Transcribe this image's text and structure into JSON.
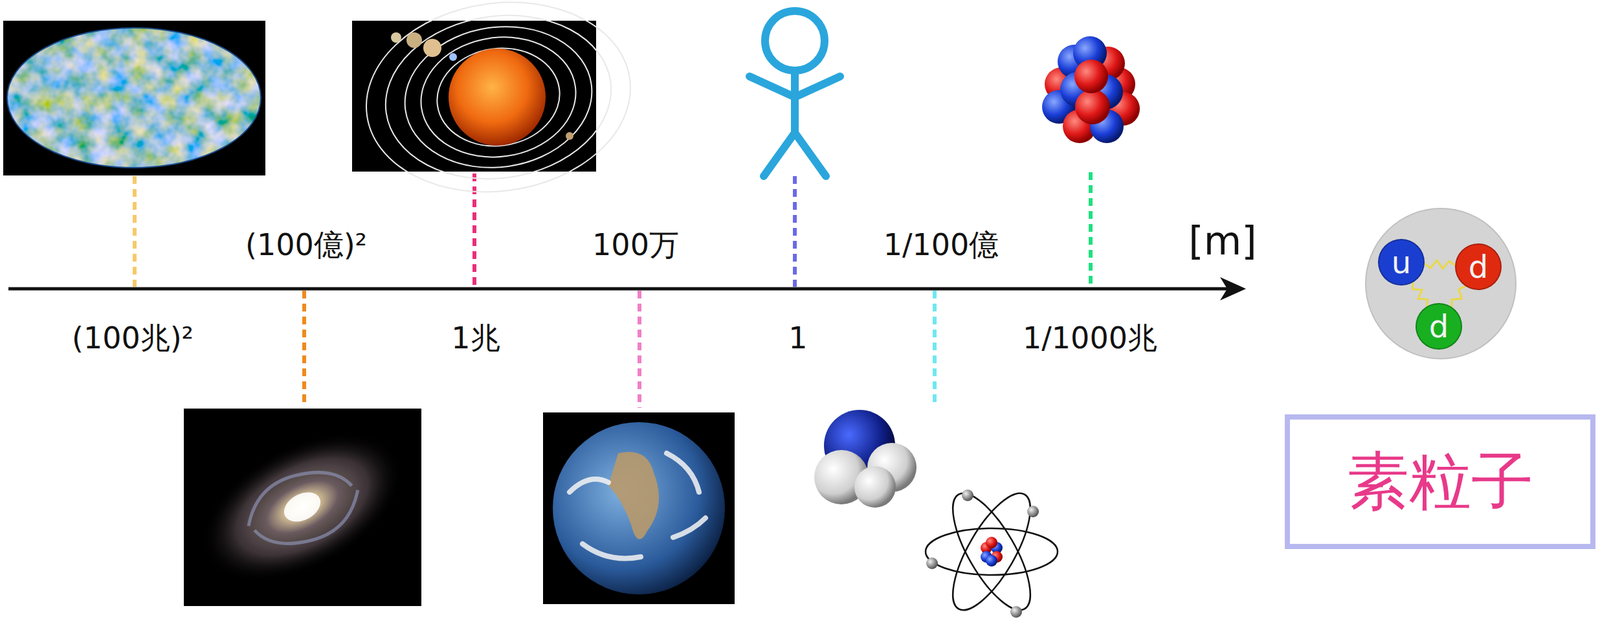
{
  "diagram": {
    "nodes": [
      {
        "text": [
          "u"
        ]
      },
      {
        "text": [
          "d"
        ]
      },
      {
        "text": [
          "d"
        ]
      },
      {
        "text": [
          "素粒子"
        ]
      }
    ],
    "edges": [
      {
        "from": 0,
        "to": 1,
        "arrow": "none"
      },
      {
        "from": 0,
        "to": 2,
        "arrow": "none"
      },
      {
        "from": 1,
        "to": 2,
        "arrow": "none"
      }
    ],
    "labels": [
      "(100億)²",
      "100万",
      "1/100億",
      "[m]",
      "(100兆)²",
      "1兆",
      "1",
      "1/1000兆"
    ]
  }
}
